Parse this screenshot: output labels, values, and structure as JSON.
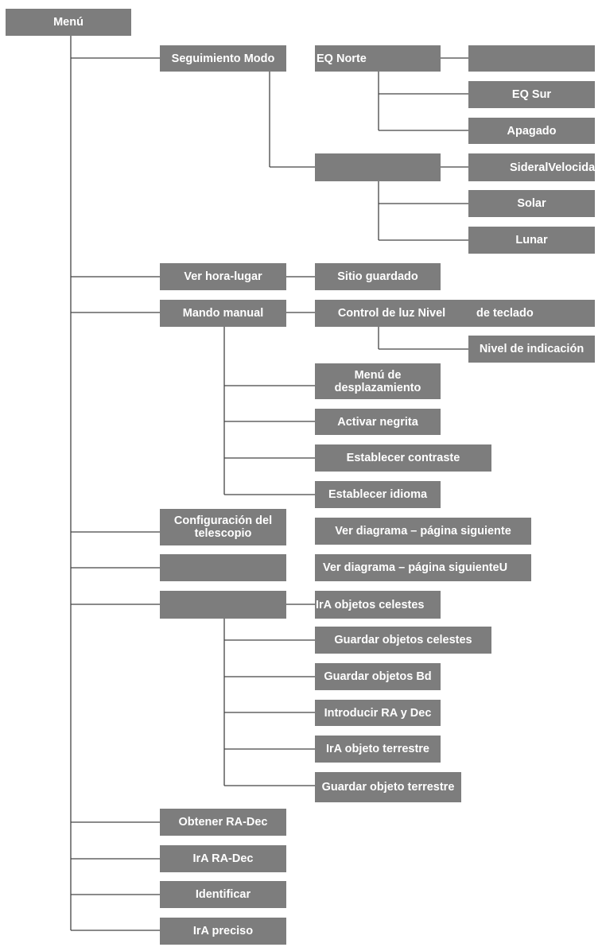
{
  "menu": {
    "root": "Menú",
    "seguimiento": "Seguimiento Modo",
    "eq_norte": "EQ Norte",
    "eq_norte_sub": "",
    "eq_sur": "EQ Sur",
    "apagado": "Apagado",
    "velocidad": "",
    "sideral": "SideralVelocidad",
    "solar": "Solar",
    "lunar": "Lunar",
    "ver_hora_lugar": "Ver hora-lugar",
    "sitio_guardado": "Sitio guardado",
    "mando_manual": "Mando manual",
    "control_luz": "Control de luz Nivel",
    "luz_teclado": "de teclado",
    "nivel_indicacion": "Nivel de indicación",
    "menu_desplazamiento": "Menú de desplazamiento",
    "activar_negrita": "Activar negrita",
    "establecer_contraste": "Establecer contraste",
    "establecer_idioma": "Establecer idioma",
    "config_telescopio": "Configuración del telescopio",
    "ver_diagrama_1": "Ver diagrama – página siguiente",
    "blank_1": "",
    "ver_diagrama_2": "Ver diagrama – página siguienteU",
    "blank_2": "",
    "ira_objetos_celestes": "IrA objetos celestes",
    "guardar_objetos_celestes": "Guardar objetos celestes",
    "guardar_objetos_bd": "Guardar objetos Bd",
    "introducir_ra_dec": "Introducir RA y Dec",
    "ira_objeto_terrestre": "IrA objeto terrestre",
    "guardar_objeto_terrestre": "Guardar objeto terrestre",
    "obtener_ra_dec": "Obtener RA-Dec",
    "ira_ra_dec": "IrA RA-Dec",
    "identificar": "Identificar",
    "ira_preciso": "IrA preciso"
  },
  "colors": {
    "box_fill": "#7d7d7d",
    "box_text": "#ffffff",
    "connector": "#444444"
  }
}
